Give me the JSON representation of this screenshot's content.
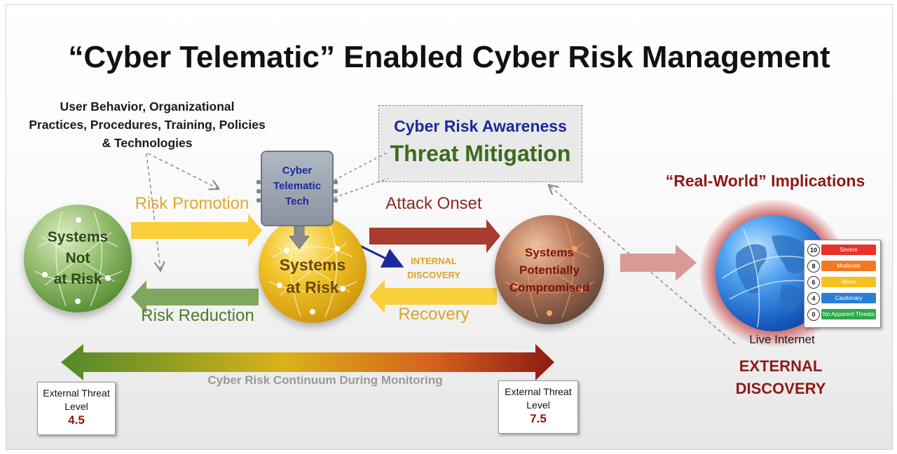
{
  "title": "“Cyber Telematic” Enabled Cyber Risk Management",
  "practices": [
    "User Behavior, Organizational",
    "Practices, Procedures, Training, Policies",
    "& Technologies"
  ],
  "awareness": {
    "line1": "Cyber Risk Awareness",
    "line2": "Threat Mitigation"
  },
  "chip": {
    "line1": "Cyber",
    "line2": "Telematic",
    "line3": "Tech"
  },
  "labels": {
    "risk_promotion": "Risk Promotion",
    "risk_reduction": "Risk Reduction",
    "attack_onset": "Attack Onset",
    "recovery": "Recovery",
    "internal_discovery_1": "INTERNAL",
    "internal_discovery_2": "DISCOVERY",
    "continuum": "Cyber Risk Continuum During Monitoring"
  },
  "spheres": {
    "not_at_risk": [
      "Systems",
      "Not",
      "at Risk"
    ],
    "at_risk": [
      "Systems",
      "at Risk"
    ],
    "compromised": [
      "Systems",
      "Potentially",
      "Compromised"
    ]
  },
  "real_world": {
    "title": "“Real-World” Implications",
    "live_internet": "Live Internet",
    "external_1": "EXTERNAL",
    "external_2": "DISCOVERY"
  },
  "threat_scale": [
    {
      "num": "10",
      "label": "Severe",
      "color": "#e8322a"
    },
    {
      "num": "8",
      "label": "Moderate",
      "color": "#f07a22"
    },
    {
      "num": "6",
      "label": "Minor",
      "color": "#f3c21e"
    },
    {
      "num": "4",
      "label": "Cautionary",
      "color": "#2b7fd6"
    },
    {
      "num": "0",
      "label": "No Apparent Threats",
      "color": "#2ea84a"
    }
  ],
  "external_levels": [
    {
      "label_1": "External Threat",
      "label_2": "Level",
      "value": "4.5"
    },
    {
      "label_1": "External Threat",
      "label_2": "Level",
      "value": "7.5"
    }
  ],
  "colors": {
    "green": "#7fa85e",
    "yellow": "#f9cf3a",
    "red": "#a83a2e",
    "blue": "#1a2a9c",
    "dark_red": "#8a1a14"
  }
}
